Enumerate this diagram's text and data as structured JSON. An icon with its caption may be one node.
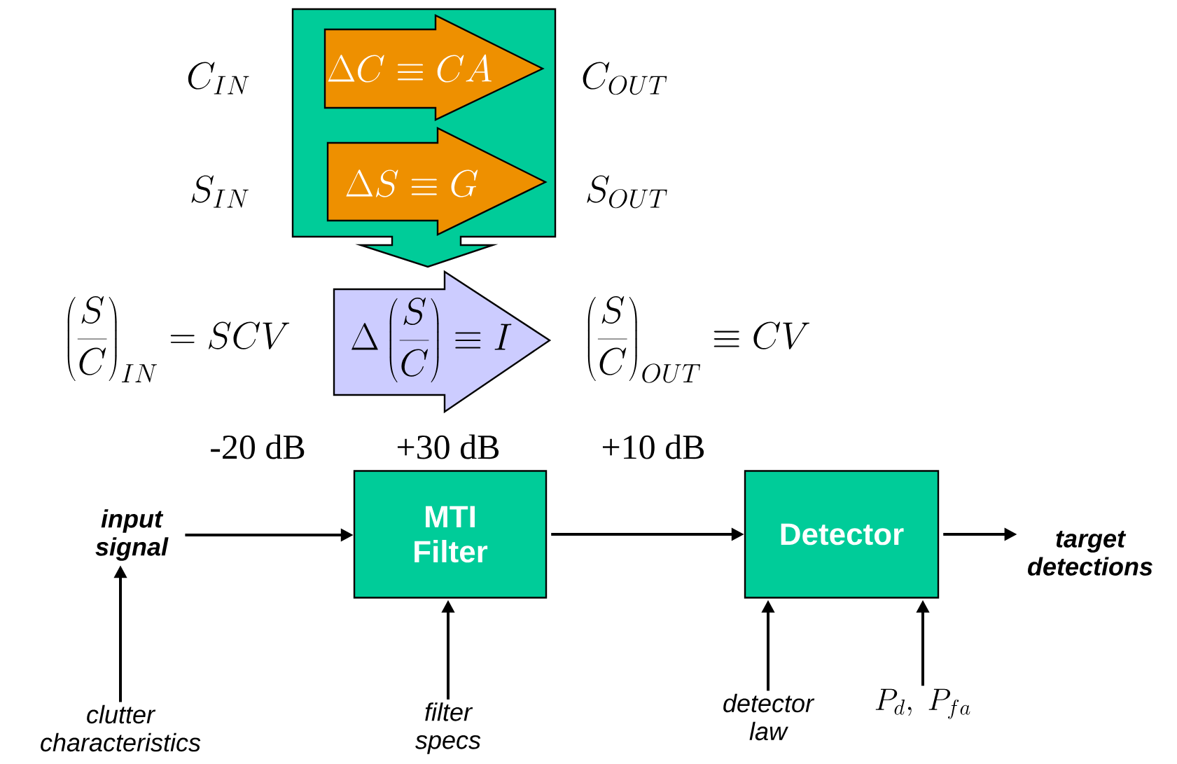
{
  "diagram": {
    "nodes": [
      {
        "text": [],
        "shape": "arrow"
      },
      {
        "text": [
          "\\Delta C\\equiv CA"
        ],
        "in": 0
      },
      {
        "text": [
          "\\Delta S\\equiv G"
        ],
        "in": 0
      },
      {
        "text": [
          "\\Delta\\left(\\frac{S}{C}\\right)\\equiv I"
        ]
      },
      {
        "text": [
          "input signal"
        ]
      },
      {
        "text": [
          "MTI Filter"
        ]
      },
      {
        "text": [
          "Detector"
        ]
      },
      {
        "text": [
          "target detections"
        ]
      },
      {
        "text": [
          "clutter characteristics"
        ]
      },
      {
        "text": [
          "filter specs"
        ]
      },
      {
        "text": [
          "detector law"
        ]
      },
      {
        "text": [
          "P_{d},\\ P_{fa}"
        ]
      }
    ],
    "edges": [
      {
        "from": 4,
        "to": 5,
        "arrow": "to"
      },
      {
        "from": 5,
        "to": 6,
        "arrow": "to"
      },
      {
        "from": 6,
        "to": 7,
        "arrow": "to"
      },
      {
        "from": 8,
        "to": 4,
        "arrow": "to"
      },
      {
        "from": 9,
        "to": 5,
        "arrow": "to"
      },
      {
        "from": 10,
        "to": 6,
        "arrow": "to"
      },
      {
        "from": 11,
        "to": 6,
        "arrow": "to"
      }
    ],
    "labels": [
      "C_{IN}",
      "C_{OUT}",
      "S_{IN}",
      "S_{OUT}",
      "\\left(\\frac{S}{C}\\right)_{IN}=SCV",
      "\\left(\\frac{S}{C}\\right)_{OUT}\\equiv CV",
      "-20 dB",
      "+30 dB",
      "+10 dB"
    ]
  }
}
